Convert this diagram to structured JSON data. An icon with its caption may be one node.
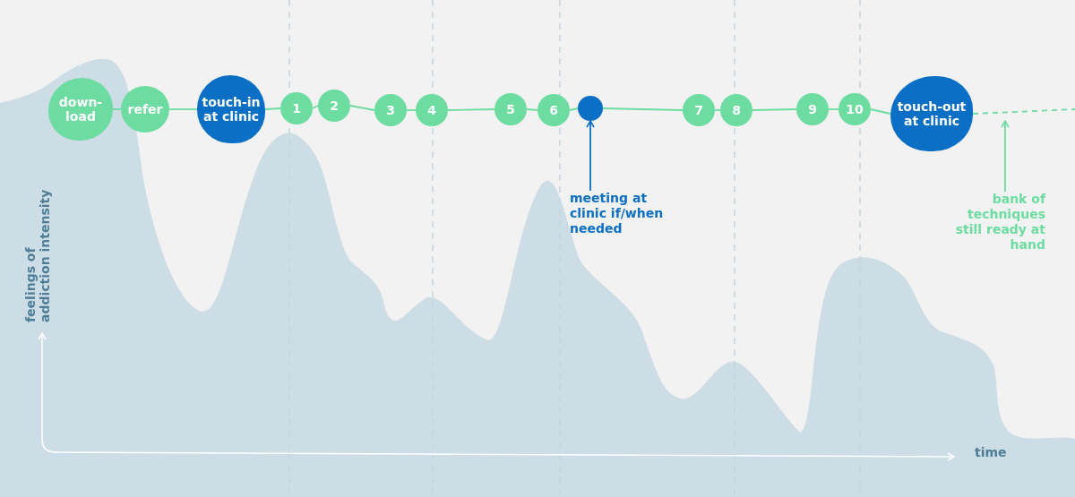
{
  "diagram": {
    "nodes": [
      {
        "text": [
          "down-load"
        ]
      },
      {
        "text": [
          "refer"
        ]
      },
      {
        "text": [
          "touch-in at clinic"
        ]
      },
      {
        "text": [
          "1"
        ]
      },
      {
        "text": [
          "2"
        ]
      },
      {
        "text": [
          "3"
        ]
      },
      {
        "text": [
          "4"
        ]
      },
      {
        "text": [
          "5"
        ]
      },
      {
        "text": [
          "6"
        ]
      },
      {
        "text": [],
        "shape": "circle"
      },
      {
        "text": [
          "7"
        ]
      },
      {
        "text": [
          "8"
        ]
      },
      {
        "text": [
          "9"
        ]
      },
      {
        "text": [
          "10"
        ]
      },
      {
        "text": [
          "touch-out at clinic"
        ]
      },
      {
        "text": [
          "meeting at clinic if/when needed"
        ]
      },
      {
        "text": [
          "bank of techniques still ready at hand"
        ]
      }
    ],
    "edges": [
      {
        "from": 0,
        "to": 1,
        "arrow": "none"
      },
      {
        "from": 1,
        "to": 2,
        "arrow": "none"
      },
      {
        "from": 2,
        "to": 3,
        "arrow": "none"
      },
      {
        "from": 3,
        "to": 4,
        "arrow": "none"
      },
      {
        "from": 4,
        "to": 5,
        "arrow": "none"
      },
      {
        "from": 5,
        "to": 6,
        "arrow": "none"
      },
      {
        "from": 6,
        "to": 7,
        "arrow": "none"
      },
      {
        "from": 7,
        "to": 8,
        "arrow": "none"
      },
      {
        "from": 8,
        "to": 9,
        "arrow": "none"
      },
      {
        "from": 9,
        "to": 10,
        "arrow": "none"
      },
      {
        "from": 10,
        "to": 11,
        "arrow": "none"
      },
      {
        "from": 11,
        "to": 12,
        "arrow": "none"
      },
      {
        "from": 12,
        "to": 13,
        "arrow": "none"
      },
      {
        "from": 13,
        "to": 14,
        "arrow": "none"
      },
      {
        "from": 14,
        "to": null,
        "arrow": "none",
        "style": "dashed"
      },
      {
        "from": 15,
        "to": 9,
        "arrow": "to",
        "color": "#0b6fc6"
      },
      {
        "from": 16,
        "to": null,
        "arrow": "to"
      }
    ],
    "labels": [
      "feelings of addiction intensity",
      "time"
    ]
  }
}
